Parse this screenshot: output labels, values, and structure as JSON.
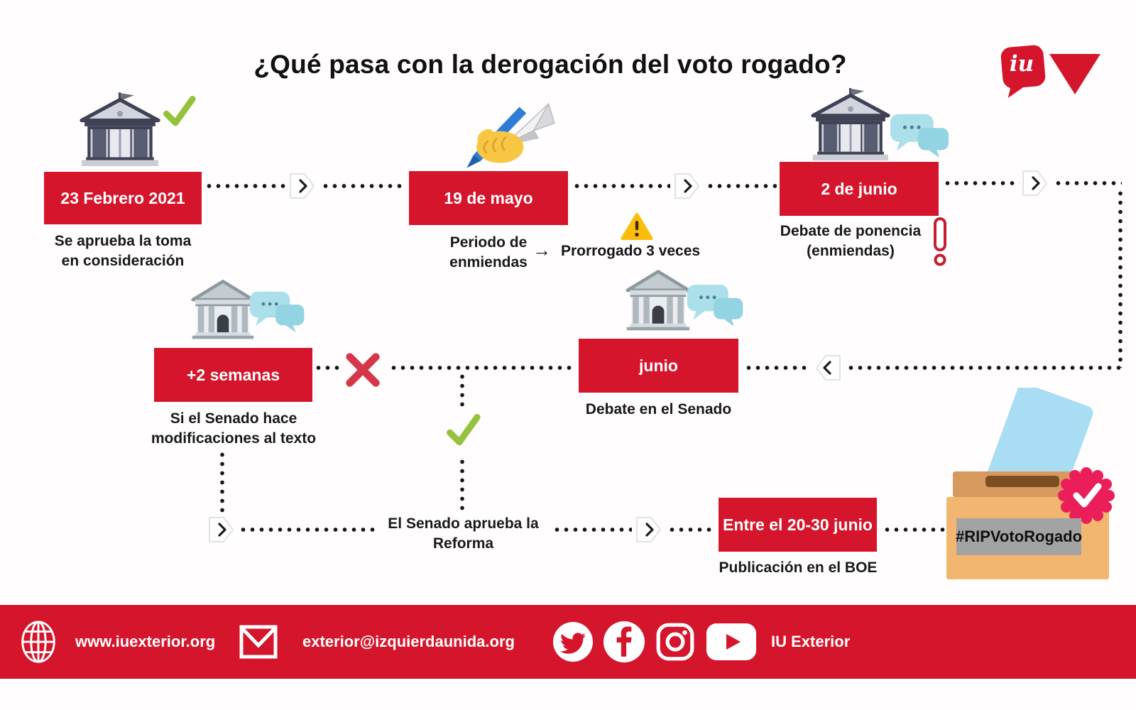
{
  "title": "¿Qué pasa con la derogación del voto rogado?",
  "brand": {
    "logo_text": "iu"
  },
  "colors": {
    "accent_red": "#d5152b",
    "check_green": "#95c23d",
    "cross_red": "#d4374a",
    "bubble_blue": "#abdfe9",
    "warning_yellow": "#fbbd0d",
    "badge_pink": "#ec1e5a"
  },
  "timeline": {
    "node1": {
      "date": "23 Febrero 2021",
      "caption": "Se aprueba la toma\nen consideración"
    },
    "node2": {
      "date": "19 de mayo",
      "caption": "Periodo de\nenmiendas",
      "note_arrow": "→",
      "note": "Prorrogado 3 veces"
    },
    "node3": {
      "date": "2 de junio",
      "caption": "Debate de ponencia\n(enmiendas)"
    },
    "node4": {
      "date": "junio",
      "caption": "Debate en el Senado"
    },
    "node5": {
      "date": "+2 semanas",
      "caption": "Si el Senado hace\nmodificaciones al texto"
    },
    "approval": {
      "label": "El Senado aprueba la\nReforma"
    },
    "node6": {
      "date": "Entre el 20-30 junio",
      "caption": "Publicación en el BOE"
    },
    "ballot": {
      "hashtag": "#RIPVotoRogado"
    }
  },
  "footer": {
    "website": "www.iuexterior.org",
    "email": "exterior@izquierdaunida.org",
    "account": "IU Exterior"
  }
}
